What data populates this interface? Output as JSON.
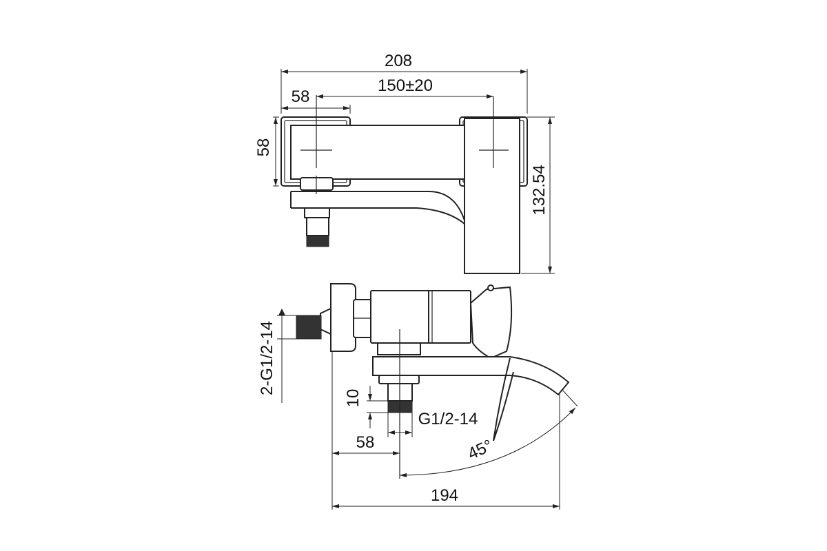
{
  "top_view": {
    "dims": {
      "overall_width": "208",
      "center_distance": "150±20",
      "body_width": "58",
      "body_height": "58",
      "total_depth": "132.54"
    }
  },
  "side_view": {
    "dims": {
      "inlet_thread": "2-G1/2-14",
      "outlet_thread_length": "10",
      "outlet_thread": "G1/2-14",
      "outlet_offset": "58",
      "angle": "45°",
      "overall_projection": "194"
    }
  }
}
